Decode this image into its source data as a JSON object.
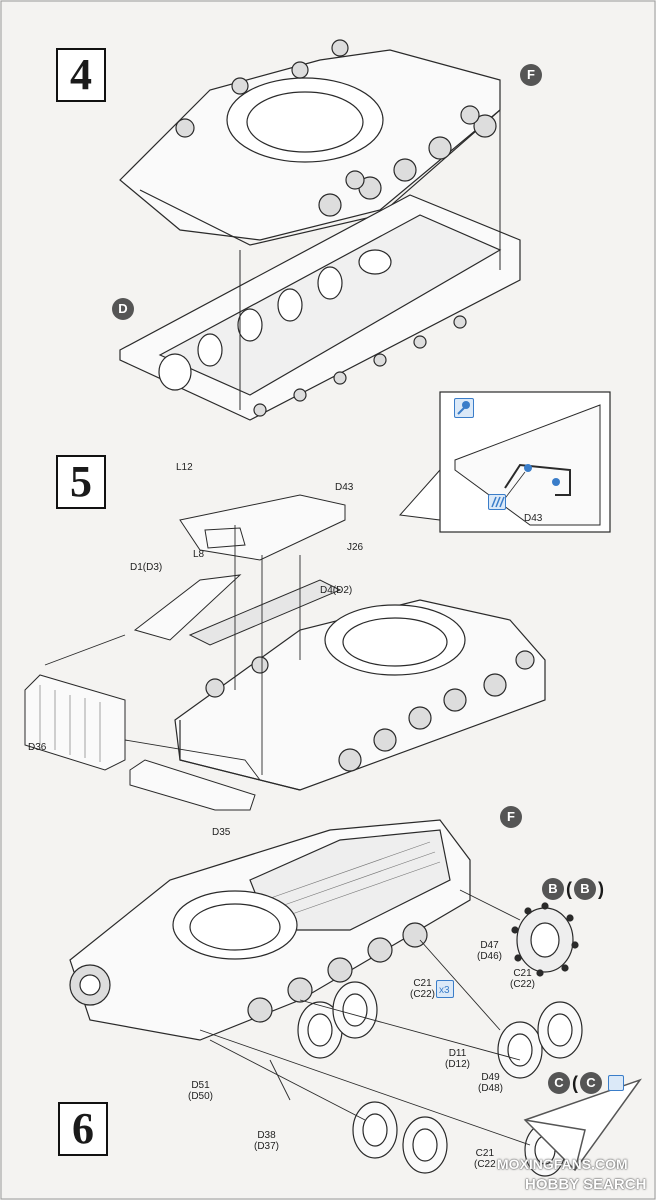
{
  "steps": {
    "s4": "4",
    "s5": "5",
    "s6": "6"
  },
  "markers": {
    "f_top": "F",
    "d": "D",
    "f_mid": "F",
    "b1": "B",
    "b2": "B",
    "c1": "C",
    "c2": "C"
  },
  "labels": {
    "d43_detail": "D43",
    "l12": "L12",
    "d43": "D43",
    "l8": "L8",
    "j26": "J26",
    "d1": "D1(D3)",
    "d4": "D4(D2)",
    "d36": "D36",
    "d35": "D35",
    "d47": "D47",
    "d46": "(D46)",
    "c21a": "C21",
    "c22a": "(C22)",
    "c21b": "C21",
    "c22b": "(C22)",
    "d11": "D11",
    "d12": "(D12)",
    "d49": "D49",
    "d48": "(D48)",
    "d51": "D51",
    "d50": "(D50)",
    "d38": "D38",
    "d37": "(D37)",
    "c21c": "C21",
    "c22c": "(C22"
  },
  "watermark": {
    "line1": "MOXINGFANS.COM",
    "line2": "HOBBY SEARCH"
  },
  "colors": {
    "accent": "#3a7dc9",
    "marker": "#555555",
    "line": "#2a2a2a"
  },
  "icons": [
    "brush-icon",
    "paint-stripes-icon",
    "glue-x3-icon",
    "blue-square-icon",
    "paper-plane-icon"
  ]
}
